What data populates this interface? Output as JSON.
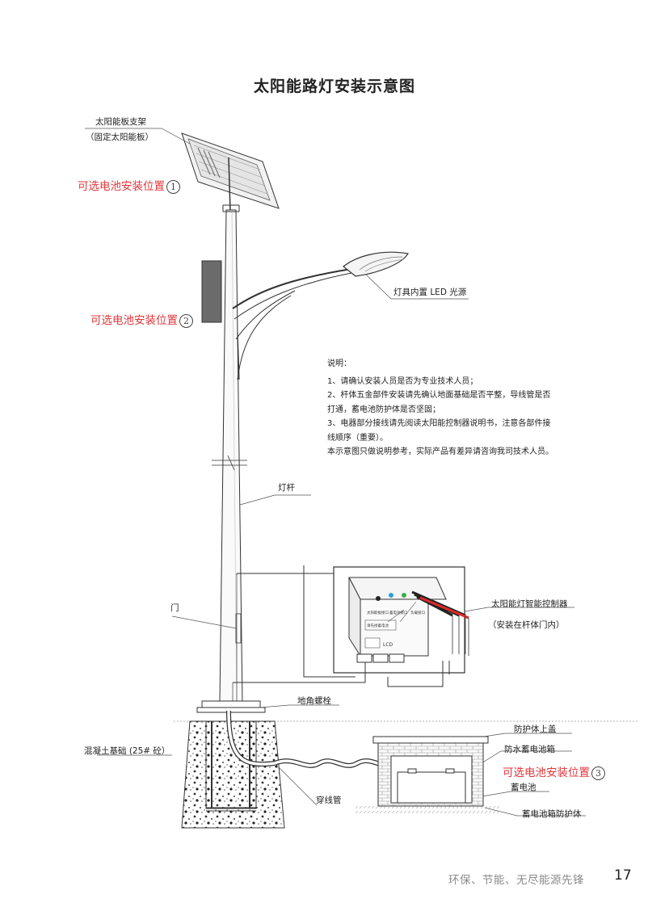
{
  "title": "太阳能路灯安装示意图",
  "labels": {
    "panel_bracket": "太阳能板支架",
    "panel_bracket_note": "（固定太阳能板）",
    "lamp": "灯具内置 LED 光源",
    "pole": "灯杆",
    "door": "门",
    "controller": "太阳能灯智能控制器",
    "controller_note": "（安装在杆体门内）",
    "anchor_bolt": "地角螺栓",
    "concrete": "混凝土基础 (25# 砼）",
    "conduit": "穿线管",
    "cover": "防护体上盖",
    "battery_box": "防水蓄电池箱",
    "battery": "蓄电池",
    "battery_shield": "蓄电池箱防护体"
  },
  "battery_positions": [
    {
      "text": "可选电池安装位置",
      "num": "1"
    },
    {
      "text": "可选电池安装位置",
      "num": "2"
    },
    {
      "text": "可选电池安装位置",
      "num": "3"
    }
  ],
  "notes": {
    "heading": "说明：",
    "line1": "1、请确认安装人员是否为专业技术人员；",
    "line2a": "2、杆体五金部件安装请先确认地面基础是否平整，导线管是否",
    "line2b": "打通，蓄电池防护体是否坚固；",
    "line3a": "3、电器部分接线请先阅读太阳能控制器说明书，注意各部件接",
    "line3b": "线顺序（重要）。",
    "line4": "本示意图只做说明参考，实际产品有差异请咨询我司技术人员。"
  },
  "controller_box": {
    "port1": "太阳能板接口",
    "port2": "蓄电池接口",
    "port3": "负载接口",
    "panel_text": "请先接蓄电池",
    "lcd": "LCD"
  },
  "footer": {
    "slogan": "环保、节能、无尽能源先锋",
    "page": "17"
  },
  "colors": {
    "red_label": "#e0373c",
    "battery_housing": "#6b6b6b",
    "line": "#333333"
  }
}
